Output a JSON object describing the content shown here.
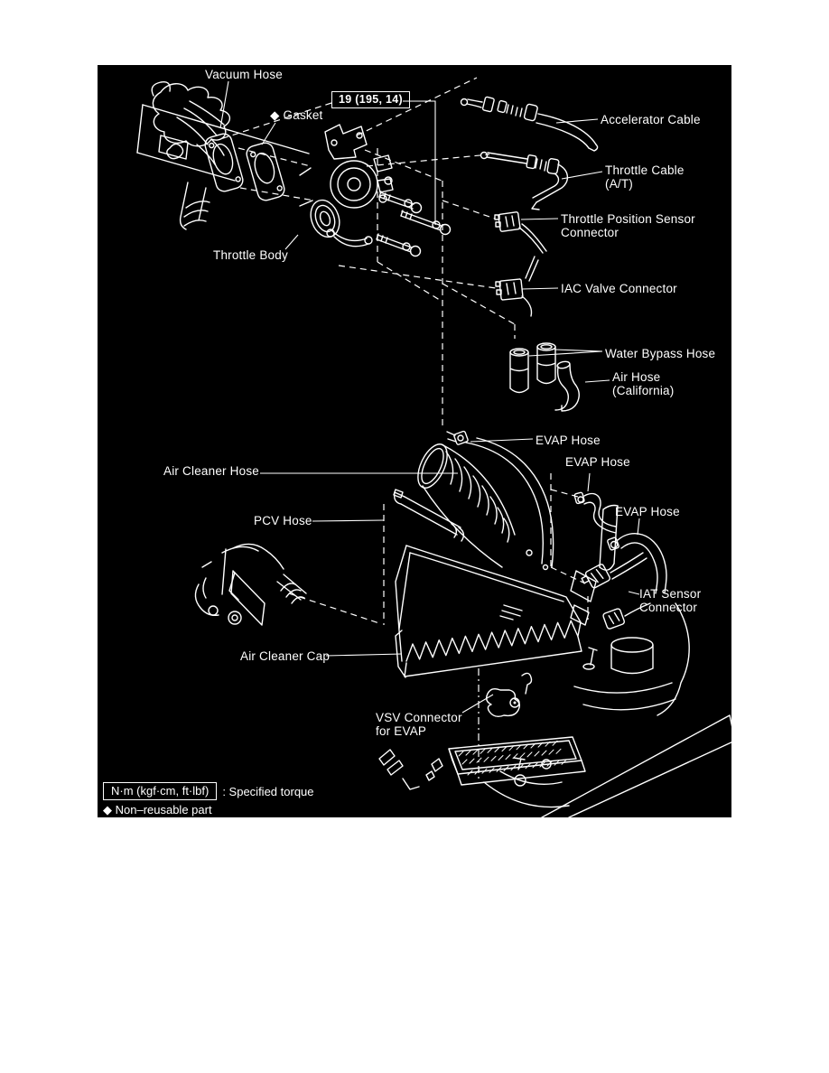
{
  "diagram": {
    "type": "exploded-parts-diagram",
    "subject": "Throttle body and air cleaner assembly",
    "background_color": "#000000",
    "line_color": "#ffffff",
    "torque_spec": {
      "text": "19 (195, 14)"
    },
    "labels": {
      "vacuum_hose": {
        "text": "Vacuum Hose"
      },
      "gasket": {
        "text": "◆ Gasket"
      },
      "throttle_body": {
        "text": "Throttle Body"
      },
      "accelerator_cable": {
        "text": "Accelerator Cable"
      },
      "throttle_cable": {
        "text": "Throttle Cable (A/T)"
      },
      "tps_connector": {
        "text": "Throttle Position Sensor Connector"
      },
      "iac_valve_connector": {
        "text": "IAC Valve Connector"
      },
      "water_bypass_hose": {
        "text": "Water Bypass Hose"
      },
      "air_hose": {
        "text": "Air Hose (California)"
      },
      "evap_hose_1": {
        "text": "EVAP Hose"
      },
      "evap_hose_2": {
        "text": "EVAP Hose"
      },
      "evap_hose_3": {
        "text": "EVAP Hose"
      },
      "air_cleaner_hose": {
        "text": "Air Cleaner Hose"
      },
      "pcv_hose": {
        "text": "PCV Hose"
      },
      "iat_sensor_connector": {
        "text": "IAT Sensor Connector"
      },
      "air_cleaner_cap": {
        "text": "Air Cleaner Cap"
      },
      "vsv_connector": {
        "text": "VSV Connector for EVAP"
      }
    },
    "legend": {
      "torque_symbol": "N·m (kgf·cm, ft·lbf)",
      "torque_meaning": ": Specified torque",
      "non_reusable": "◆ Non–reusable part"
    }
  }
}
